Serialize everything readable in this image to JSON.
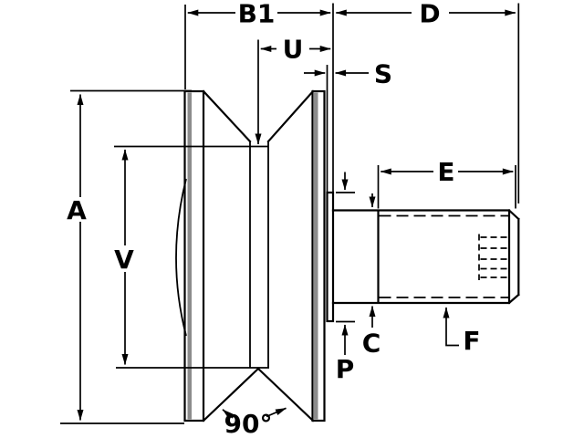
{
  "drawing": {
    "type": "engineering-dimension-drawing",
    "subject": "V-groove wheel with threaded stud, side cross-section with dimension callouts",
    "colors": {
      "line": "#000000",
      "background": "#ffffff",
      "shading": "#8c8c8c"
    },
    "labels": {
      "b1": "B1",
      "d": "D",
      "u": "U",
      "s": "S",
      "a": "A",
      "v": "V",
      "e": "E",
      "c": "C",
      "p": "P",
      "f": "F",
      "groove_angle": "90°"
    }
  }
}
